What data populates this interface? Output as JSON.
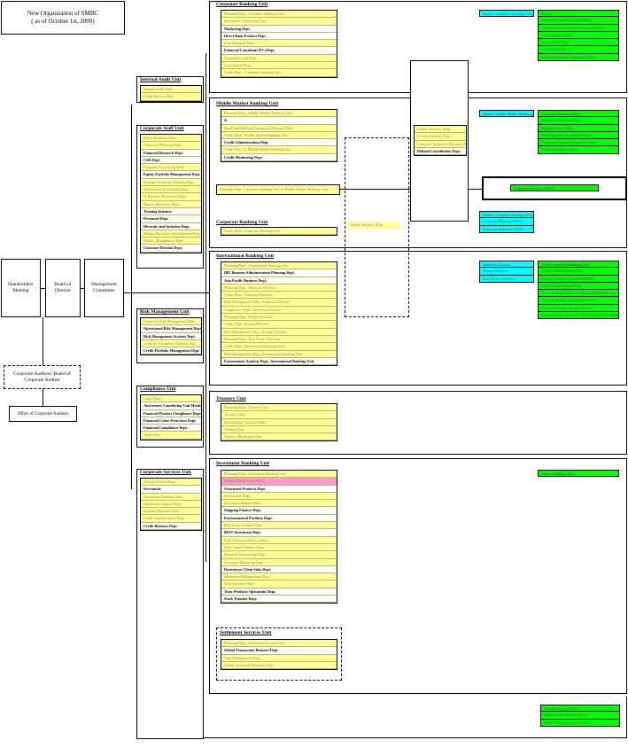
{
  "header": {
    "line1": "New Organization of SMBC",
    "line2": "( as of October 1st, 2009)"
  },
  "governance": {
    "shareholders": "Shareholders' Meeting",
    "board": "Board of Director",
    "committee": "Management Committee",
    "auditors": "Corporate Auditors/ Board of Corporate Auditor",
    "office": "Office of Corporate Auditors"
  },
  "left_units": [
    {
      "title": "Internal Audit Unit",
      "rows": [
        {
          "t": "Internal Audit Dept.",
          "c": "y"
        },
        {
          "t": "Credit Review Dept.",
          "c": "y"
        }
      ]
    },
    {
      "title": "Corporate Staff Unit",
      "rows": [
        {
          "t": "Public Relations Dept.",
          "c": "y"
        },
        {
          "t": "Corporate Planning Dept.",
          "c": "y"
        },
        {
          "t": "Financial Research Dept.",
          "c": "w"
        },
        {
          "t": "CSR Dept.",
          "c": "w"
        },
        {
          "t": "Financial Accounting Dept.",
          "c": "y"
        },
        {
          "t": "Equity Portfolio Management Dept.",
          "c": "w"
        },
        {
          "t": "Strategic Financial Planning Dept.",
          "c": "y"
        },
        {
          "t": "Subsidiaries & Affiliates Dept.",
          "c": "y"
        },
        {
          "t": "IT Business Promotion Dept.",
          "c": "y"
        },
        {
          "t": "Human Resources Dept.",
          "c": "y"
        },
        {
          "t": "Training Institute",
          "c": "w"
        },
        {
          "t": "Personnel Dept.",
          "c": "w"
        },
        {
          "t": "Diversity and Inclusion Dept.",
          "c": "w"
        },
        {
          "t": "Human Resources Development Dept.",
          "c": "y"
        },
        {
          "t": "Quality Management Dept.",
          "c": "y"
        },
        {
          "t": "Customer Division Dept.",
          "c": "w"
        }
      ]
    },
    {
      "title": "Risk Management Unit",
      "rows": [
        {
          "t": "Corporate Risk Management Dept.",
          "c": "y"
        },
        {
          "t": "Operational Risk Management Dept.",
          "c": "w"
        },
        {
          "t": "Risk Management Systems Dept.",
          "c": "w"
        },
        {
          "t": "Credit & Investment Planning Dept.",
          "c": "y"
        },
        {
          "t": "Credit Portfolio Management Dept.",
          "c": "w"
        }
      ]
    },
    {
      "title": "Compliance Unit",
      "rows": [
        {
          "t": "Legal Dept.",
          "c": "y"
        },
        {
          "t": "Anti-money Laundering Unit Monitoring Dept.",
          "c": "w"
        },
        {
          "t": "Financial Product Compliance Dept.",
          "c": "w"
        },
        {
          "t": "Financial Crime Protection Dept.",
          "c": "w"
        },
        {
          "t": "Financial Compliance Dept.",
          "c": "w"
        },
        {
          "t": "Audit Dept.",
          "c": "y"
        }
      ]
    },
    {
      "title": "Corporate Services Unit",
      "rows": [
        {
          "t": "General Affairs Dept.",
          "c": "y"
        },
        {
          "t": "Secretariat",
          "c": "w"
        },
        {
          "t": "Operations Planning Dept.",
          "c": "y"
        },
        {
          "t": "Operations Support Dept.",
          "c": "y"
        },
        {
          "t": "Systems Research Dept.",
          "c": "y"
        },
        {
          "t": "Credit Administration Dept.",
          "c": "y"
        },
        {
          "t": "Credit Business Dept.",
          "c": "w"
        }
      ]
    }
  ],
  "consumer_unit": {
    "title": "Consumer Banking Unit",
    "rows": [
      {
        "t": "Planning Dept., Consumer Banking Unit",
        "c": "y"
      },
      {
        "t": "Investment Consulting Dept.",
        "c": "y"
      },
      {
        "t": "Marketing Dept.",
        "c": "w"
      },
      {
        "t": "Direct Bank Product Dept.",
        "c": "w"
      },
      {
        "t": "Loan Planning Dept.",
        "c": "y"
      },
      {
        "t": "Financial Consultant (FC) Dept.",
        "c": "w"
      },
      {
        "t": "Consumer Loan Dept.",
        "c": "y"
      },
      {
        "t": "Loan Admin Dept.",
        "c": "y"
      },
      {
        "t": "Credit Dept., Consumer Banking Unit",
        "c": "y"
      }
    ]
  },
  "middle_unit": {
    "title": "Middle Market Banking Unit",
    "rows": [
      {
        "t": "Planning Dept., Middle Market Banking Unit",
        "c": "y"
      },
      {
        "t": "&",
        "c": "w"
      },
      {
        "t": "Small and Medium Enterprises Business Dept.",
        "c": "y"
      },
      {
        "t": "Credit Dept., Middle Market Banking Unit",
        "c": "y"
      },
      {
        "t": "Credit Administration Dept.",
        "c": "w"
      },
      {
        "t": "Credit Dept. II, Middle Market Banking Unit",
        "c": "y"
      },
      {
        "t": "Credit Monitoring Dept.",
        "c": "w"
      }
    ]
  },
  "mid_bar": "Planning Dept., Corporate Banking Unit & Middle Market Banking Unit",
  "corporate_unit": {
    "title": "Corporate Banking Unit",
    "rows": [
      {
        "t": "Credit Dept., Corporate Banking Unit",
        "c": "y"
      }
    ]
  },
  "international_unit": {
    "title": "International Banking Unit",
    "rows": [
      {
        "t": "Planning Dept., International Banking Unit",
        "c": "y"
      },
      {
        "t": "IBU Business Administration Planning Dept.",
        "c": "w"
      },
      {
        "t": "Asia Pacific Business Dept.",
        "c": "w"
      },
      {
        "t": "Planning Dept., Americas Division",
        "c": "y"
      },
      {
        "t": "Credit Dept., Americas Division",
        "c": "y"
      },
      {
        "t": "Risk Management Dept., Americas Division",
        "c": "y"
      },
      {
        "t": "Compliance Dept., Americas Division",
        "c": "y"
      },
      {
        "t": "Planning Dept., Europe Division",
        "c": "y"
      },
      {
        "t": "Credit Dept., Europe Division",
        "c": "y"
      },
      {
        "t": "Risk Management Dept., Europe Division",
        "c": "y"
      },
      {
        "t": "Planning Dept., Asia Pacific Division",
        "c": "y"
      },
      {
        "t": "Credit Dept., International Banking Unit",
        "c": "y"
      },
      {
        "t": "Risk Management Dept., International Banking Unit",
        "c": "y"
      },
      {
        "t": "Environment Analysis Dept., International Banking Unit",
        "c": "w"
      }
    ]
  },
  "treasury_unit": {
    "title": "Treasury Unit",
    "rows": [
      {
        "t": "Planning Dept., Treasury Unit",
        "c": "y"
      },
      {
        "t": "Treasury Dept.",
        "c": "y"
      },
      {
        "t": "International Treasury Dept.",
        "c": "y"
      },
      {
        "t": "Trading Dept.",
        "c": "y"
      },
      {
        "t": "Treasury Marketing Dept.",
        "c": "y"
      }
    ]
  },
  "investment_unit": {
    "title": "Investment Banking Unit",
    "rows": [
      {
        "t": "Planning Dept., Investment Banking Unit",
        "c": "y"
      },
      {
        "t": "Syndication Business Dept.",
        "c": "p"
      },
      {
        "t": "Structured Products Dept.",
        "c": "w"
      },
      {
        "t": "Syndication Dept.",
        "c": "y"
      },
      {
        "t": "Structured Finance Dept.",
        "c": "y"
      },
      {
        "t": "Shipping Finance Dept.",
        "c": "w"
      },
      {
        "t": "Environmental Products Dept.",
        "c": "w"
      },
      {
        "t": "Real Estate Finance Dept.",
        "c": "y"
      },
      {
        "t": "REIT Investment Dept.",
        "c": "w"
      },
      {
        "t": "Debt Advisory Services Dept.",
        "c": "y"
      },
      {
        "t": "Debt Capital Markets Dept.",
        "c": "y"
      },
      {
        "t": "Financial Engineering Dept.",
        "c": "y"
      },
      {
        "t": "Securities Marketing Dept.",
        "c": "y"
      },
      {
        "t": "Derivatives Client Sales Dept.",
        "c": "w"
      },
      {
        "t": "Investment Management Dept.",
        "c": "y"
      },
      {
        "t": "Trust Services Dept.",
        "c": "y"
      },
      {
        "t": "Trust Products Operations Dept.",
        "c": "w"
      },
      {
        "t": "Stock Transfer Dept.",
        "c": "w"
      }
    ]
  },
  "settlement_unit": {
    "title": "Settlement Services Unit",
    "rows": [
      {
        "t": "Planning Dept., Settlement Services Unit",
        "c": "y"
      },
      {
        "t": "Global Transaction Business Dept.",
        "c": "w"
      },
      {
        "t": "Cash Management Dept.",
        "c": "y"
      },
      {
        "t": "Global Settlement Business Dept.",
        "c": "y"
      }
    ]
  },
  "advisory": {
    "rows": [
      {
        "t": "Global Advisory Dept.",
        "c": "y"
      },
      {
        "t": "Private Advisory Dept.",
        "c": "y"
      },
      {
        "t": "Corporate Employee Business Dept.",
        "c": "y"
      },
      {
        "t": "Defined Contribution Dept.",
        "c": "w"
      }
    ]
  },
  "global_advisory": "Global Advisory Dept.",
  "cyan_consumer": "Branch, Consumer Banking Offices",
  "green_consumer": [
    "Branch",
    "Consumer Loan Promotion Office",
    "Consumer Loan Services Promotion Office",
    "Loan Support Office",
    "Loan Center Dept.",
    "Loan Plaza Dept.",
    "Consumer Finance Promotion Office"
  ],
  "cyan_middle": "Branch, Middle Market Banking Office",
  "green_middle": [
    "Corporate Business Office",
    "Business Promotion Office",
    "Regional Head Office",
    "Small Business Promotion Office",
    "Corporate Business Promotion Office",
    "Credit Operations Office"
  ],
  "green_corp_adv": "Corporate Advisory Office",
  "cyan_corporate": [
    "Branch, Corporate Banking Offices",
    "Corporate Banking Offices",
    "Corporate Business Offices"
  ],
  "cyan_international": [
    "Americas Division",
    "Europe Division",
    "Asia Pacific Division"
  ],
  "green_international": [
    "Global Structured Banking Dept.",
    "Global Client Banking Dept.",
    "Global Corporate Investment Dept.",
    "Global Trade Finance Dept.",
    "Overseas Representative Offices (North America)",
    "Overseas Branch, Americas Division",
    "Overseas Branch, Europe Division",
    "Overseas Representative Offices (Asia Pacific/Middle East)"
  ],
  "green_investment": "Global Banking Office",
  "green_bottom": [
    "Transfer Agency Office",
    "Global Trade Service Office",
    "SMBC Business Service Office"
  ]
}
